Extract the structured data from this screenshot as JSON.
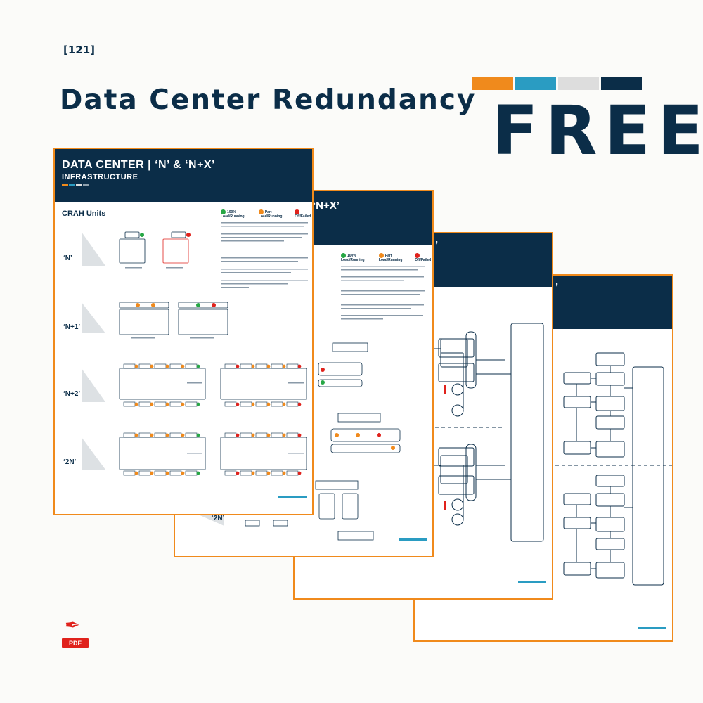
{
  "tag": "[121]",
  "title": "Data Center Redundancy",
  "badge": "FREE",
  "brand_colors": [
    "#f08a1c",
    "#2a9cc2",
    "#dddddd",
    "#0b2d48"
  ],
  "sheet_front": {
    "title": "DATA CENTER | ‘N’ & ‘N+X’",
    "subtitle": "INFRASTRUCTURE",
    "section": "CRAH Units",
    "rows": [
      "‘N’",
      "‘N+1’",
      "‘N+2’",
      "‘2N’"
    ],
    "legend": [
      "100% Load/Running",
      "Part Load/Running",
      "Off/Failed"
    ]
  },
  "sheet_second": {
    "head_text": "‘N+X’",
    "row_2n": "‘2N’",
    "legend": [
      "100% Load/Running",
      "Part Load/Running",
      "Off/Failed"
    ]
  },
  "sheet_third": {
    "head_text": "’"
  },
  "sheet_fourth": {
    "head_text": "’"
  },
  "pdf_label": "PDF",
  "icons": [
    "pdf-icon"
  ]
}
